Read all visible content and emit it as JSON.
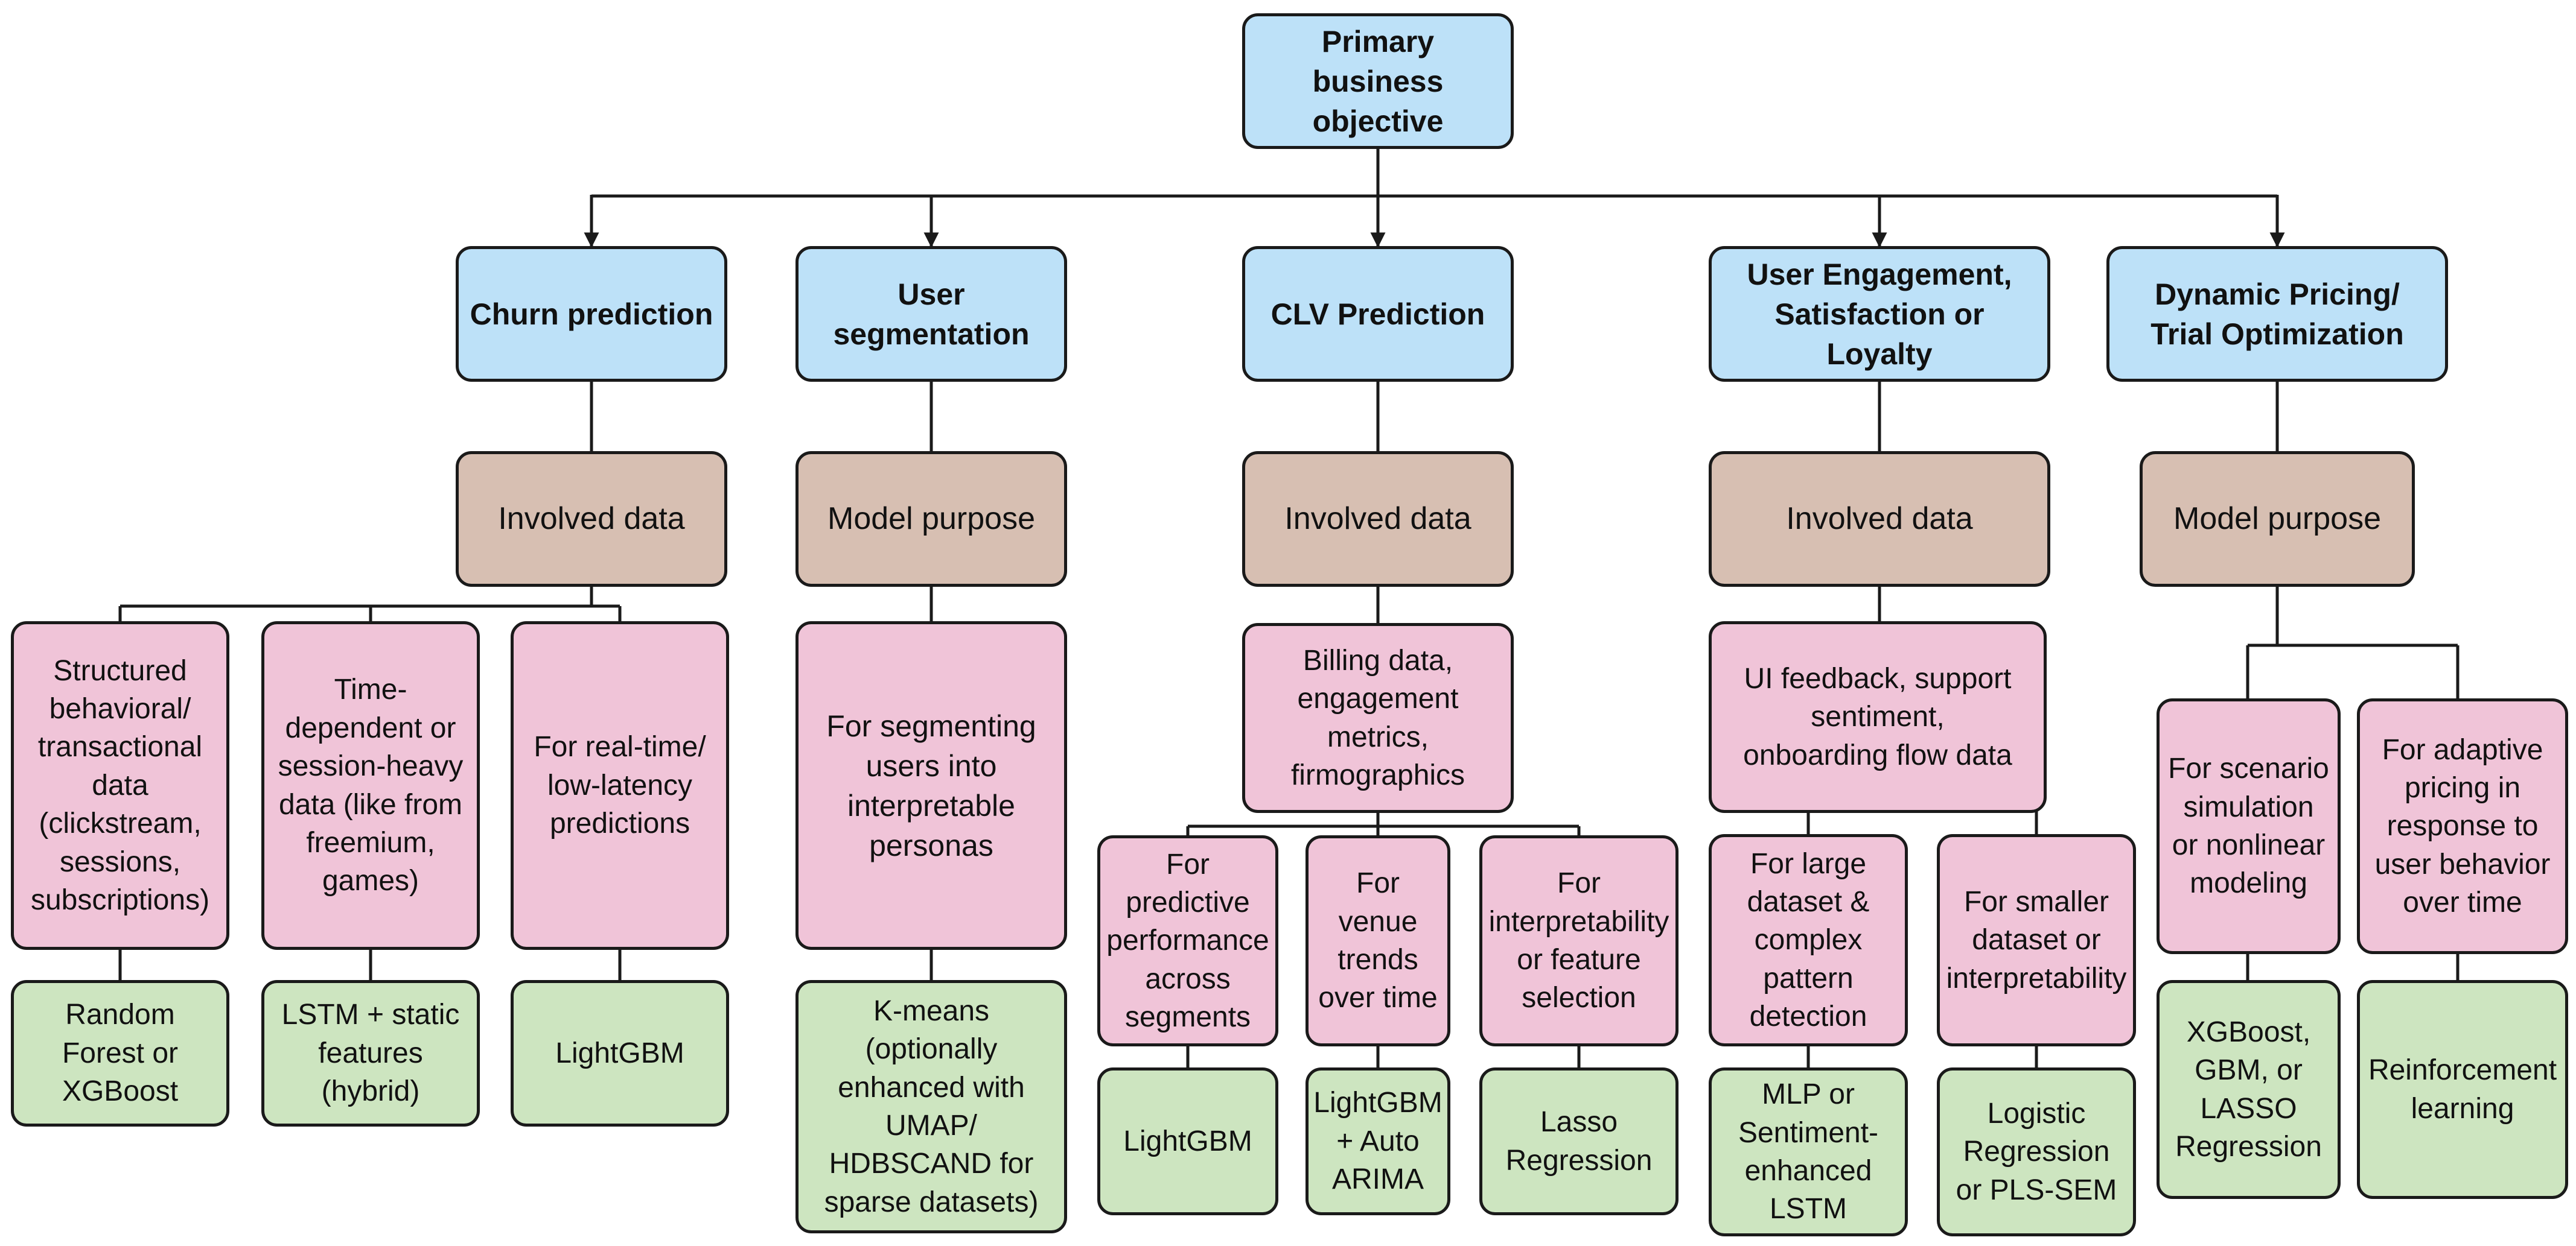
{
  "root": "Primary business objective",
  "objectives": [
    {
      "title": "Churn prediction",
      "criterion": "Involved data",
      "branches": [
        {
          "condition": "Structured behavioral/ transactional data (clickstream, sessions, subscriptions)",
          "model": "Random Forest or XGBoost"
        },
        {
          "condition": "Time-dependent or session-heavy data (like from freemium, games)",
          "model": "LSTM + static features (hybrid)"
        },
        {
          "condition": "For real-time/ low-latency predictions",
          "model": "LightGBM"
        }
      ]
    },
    {
      "title": "User segmentation",
      "criterion": "Model purpose",
      "branches": [
        {
          "condition": "For segmenting users into interpretable personas",
          "model": "K-means (optionally enhanced with UMAP/ HDBSCAND for sparse datasets)"
        }
      ]
    },
    {
      "title": "CLV Prediction",
      "criterion": "Involved data",
      "data": "Billing data, engagement metrics, firmographics",
      "branches": [
        {
          "condition": "For predictive performance across segments",
          "model": "LightGBM"
        },
        {
          "condition": "For venue trends over time",
          "model": "LightGBM + Auto ARIMA"
        },
        {
          "condition": "For interpretability or feature selection",
          "model": "Lasso Regression"
        }
      ]
    },
    {
      "title": "User Engagement, Satisfaction or Loyalty",
      "criterion": "Involved data",
      "data": "UI feedback, support sentiment, onboarding flow data",
      "branches": [
        {
          "condition": "For large dataset & complex pattern detection",
          "model": "MLP or Sentiment-enhanced LSTM"
        },
        {
          "condition": "For smaller dataset or interpretability",
          "model": "Logistic Regression or PLS-SEM"
        }
      ]
    },
    {
      "title": "Dynamic Pricing/ Trial Optimization",
      "criterion": "Model purpose",
      "branches": [
        {
          "condition": "For scenario simulation or nonlinear modeling",
          "model": "XGBoost, GBM, or LASSO Regression"
        },
        {
          "condition": "For adaptive pricing in response to user behavior over time",
          "model": "Reinforcement learning"
        }
      ]
    }
  ]
}
